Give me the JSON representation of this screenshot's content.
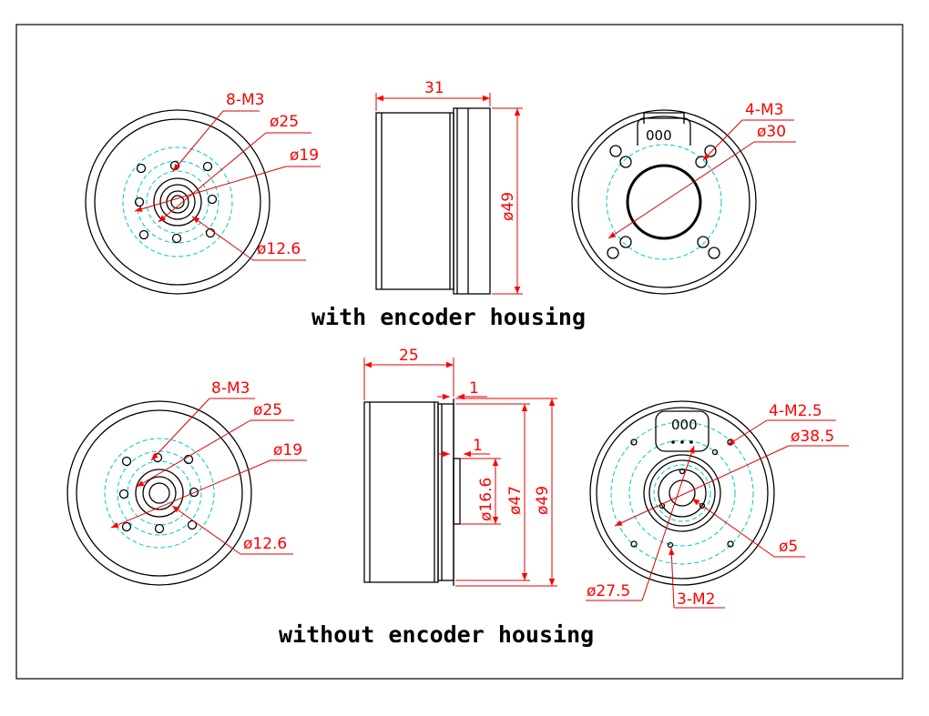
{
  "colors": {
    "outline": "#000000",
    "dimension": "#ff0000",
    "centerline": "#00c8c8"
  },
  "top_row": {
    "caption": "with encoder housing",
    "front_view": {
      "holes_label": "8-M3",
      "dia_outer": "ø25",
      "dia_mid": "ø19",
      "dia_inner": "ø12.6"
    },
    "side_view": {
      "length": "31",
      "diameter": "ø49"
    },
    "rear_view": {
      "holes_label": "4-M3",
      "dia": "ø30",
      "connector": "000"
    }
  },
  "bottom_row": {
    "caption": "without encoder housing",
    "front_view": {
      "holes_label": "8-M3",
      "dia_outer": "ø25",
      "dia_mid": "ø19",
      "dia_inner": "ø12.6"
    },
    "side_view": {
      "length": "25",
      "step_top": "1",
      "step_mid": "1",
      "dia_shaft": "ø16.6",
      "dia_body": "ø47",
      "dia_outer": "ø49"
    },
    "rear_view": {
      "holes_label": "4-M2.5",
      "dia_outer": "ø38.5",
      "dia_small": "ø5",
      "dia_inner": "ø27.5",
      "holes_small": "3-M2",
      "connector": "000"
    }
  }
}
